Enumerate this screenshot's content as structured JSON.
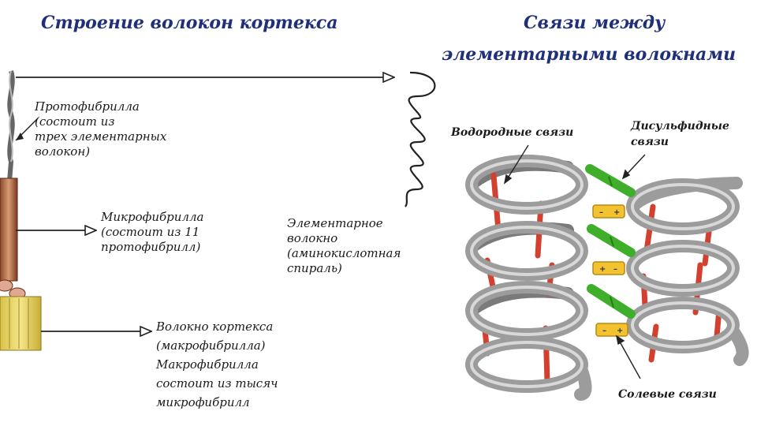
{
  "left_title": "Строение волокон кортекса",
  "right_title_line1": "Связи между",
  "right_title_line2": "элементарными волокнами",
  "labels": {
    "protofibril": "Протофибрилла\n(состоит из\nтрех элементарных\nволокон)",
    "microfibril": "Микрофибрилла\n(состоит из 11\nпротофибрилл)",
    "elementary_fiber": "Элементарное\nволокно\n(аминокислотная\nспираль)",
    "cortex_fiber": "Волокно кортекса\n(макрофибрилла)\nМакрофибрилла\nсостоит из тысяч\nмикрофибрилл"
  },
  "bonds": {
    "hydrogen": "Водородные связи",
    "disulfide": "Дисульфидные\nсвязи",
    "salt": "Солевые связи"
  },
  "colors": {
    "title": "#1f2f7a",
    "helix": "#a7a7a7",
    "hydrogen_bond": "#d3402f",
    "disulfide_bond": "#3fae2a",
    "salt_bond": "#f2c230"
  }
}
